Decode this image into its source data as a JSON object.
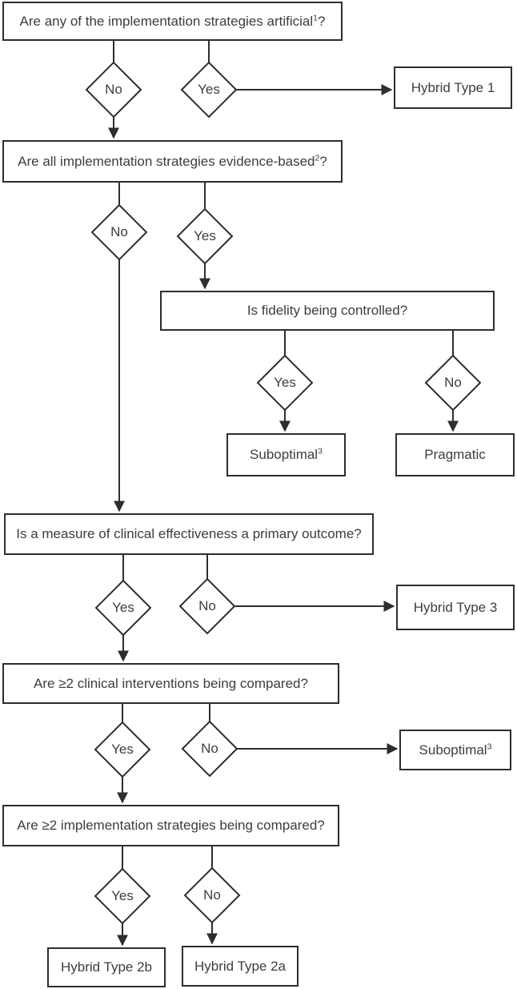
{
  "flowchart": {
    "questions": {
      "q1": {
        "text": "Are any of the implementation strategies artificial",
        "sup": "1",
        "tail": "?"
      },
      "q2": {
        "text": "Are all implementation strategies evidence-based",
        "sup": "2",
        "tail": "?"
      },
      "q3": {
        "text": "Is fidelity being controlled?",
        "sup": "",
        "tail": ""
      },
      "q4": {
        "text": "Is a measure of clinical effectiveness a primary outcome?",
        "sup": "",
        "tail": ""
      },
      "q5": {
        "text": "Are ≥2 clinical interventions being compared?",
        "sup": "",
        "tail": ""
      },
      "q6": {
        "text": "Are ≥2 implementation strategies being compared?",
        "sup": "",
        "tail": ""
      }
    },
    "outcomes": {
      "hybrid_type_1": {
        "text": "Hybrid Type 1",
        "sup": ""
      },
      "suboptimal_fidelity": {
        "text": "Suboptimal",
        "sup": "3"
      },
      "pragmatic": {
        "text": "Pragmatic",
        "sup": ""
      },
      "hybrid_type_3": {
        "text": "Hybrid Type 3",
        "sup": ""
      },
      "suboptimal_interventions": {
        "text": "Suboptimal",
        "sup": "3"
      },
      "hybrid_type_2b": {
        "text": "Hybrid Type 2b",
        "sup": ""
      },
      "hybrid_type_2a": {
        "text": "Hybrid Type 2a",
        "sup": ""
      }
    },
    "decision_labels": {
      "yes": "Yes",
      "no": "No"
    },
    "colors": {
      "line": "#2e2e2e",
      "text": "#3d3d3d",
      "background": "#ffffff"
    }
  }
}
